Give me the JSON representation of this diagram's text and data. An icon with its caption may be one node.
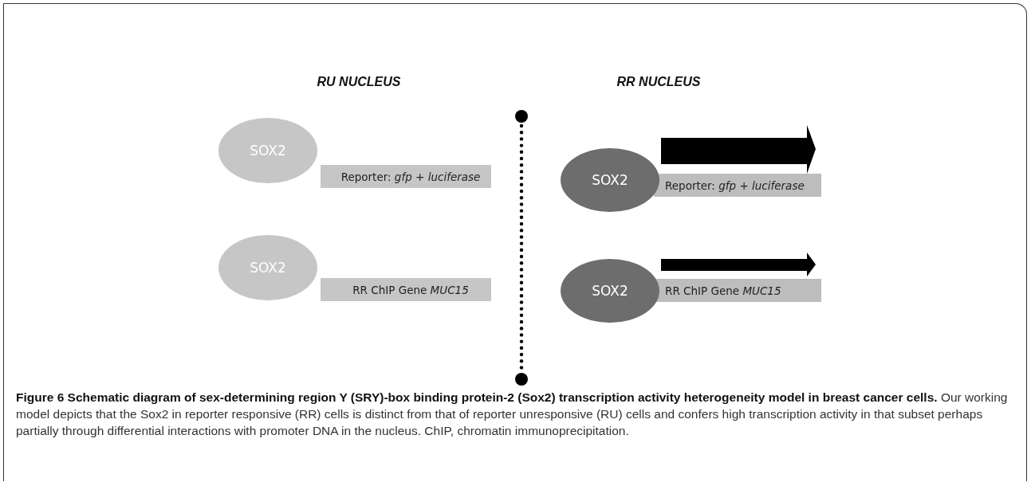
{
  "diagram": {
    "caption": "**Figure 6 Schematic diagram of sex-determining region Y (SRY)-box binding protein-2 (Sox2) transcription activity heterogeneity model in breast cancer cells.** Our working model depicts that the Sox2 in reporter responsive (RR) cells is distinct from that of reporter unresponsive (RU) cells and confers high transcription activity in that subset perhaps partially through differential interactions with promoter DNA in the nucleus. ChIP, chromatin immunoprecipitation.",
    "nodes": [
      {
        "text": [
          "SOX2"
        ]
      },
      {
        "text": [
          "Reporter: *gfp* + *luciferase*"
        ]
      },
      {
        "text": [
          "SOX2"
        ]
      },
      {
        "text": [
          "RR ChIP Gene *MUC15*"
        ]
      },
      {
        "text": [
          "SOX2"
        ]
      },
      {
        "text": [
          "Reporter: *gfp* + *luciferase*"
        ]
      },
      {
        "text": [
          "SOX2"
        ]
      },
      {
        "text": [
          "RR ChIP Gene *MUC15*"
        ]
      }
    ],
    "labels": [
      "RU NUCLEUS",
      "RR NUCLEUS"
    ]
  }
}
